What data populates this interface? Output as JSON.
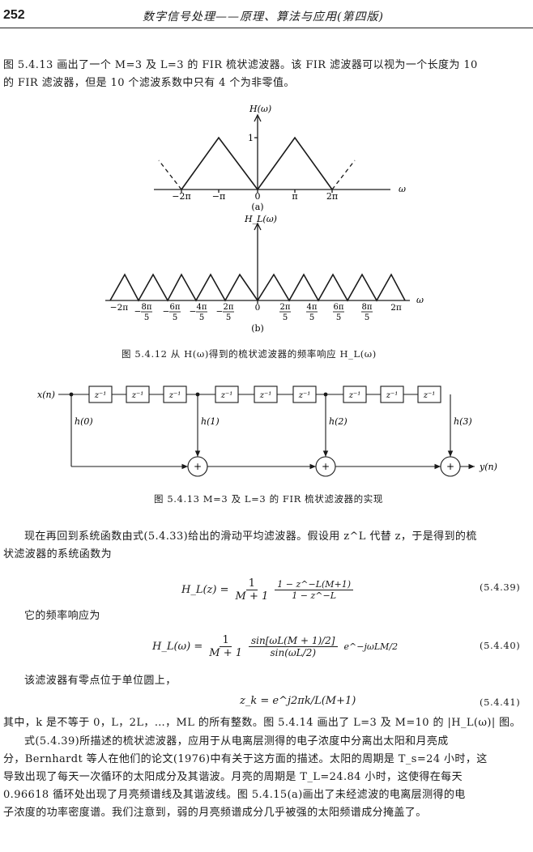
{
  "header": {
    "page_number": "252",
    "running_title": "数字信号处理——原理、算法与应用(第四版)"
  },
  "intro": {
    "line1": "图 5.4.13 画出了一个 M=3 及 L=3 的 FIR 梳状滤波器。该 FIR 滤波器可以视为一个长度为 10",
    "line2": "的 FIR 滤波器，但是 10 个滤波系数中只有 4 个为非零值。"
  },
  "figure_5_4_12": {
    "a": {
      "ylabel": "H(ω)",
      "ytick": "1",
      "xaxis_label": "ω",
      "xticks": [
        "−2π",
        "−π",
        "0",
        "π",
        "2π"
      ],
      "sublabel": "(a)"
    },
    "b": {
      "ylabel": "H_L(ω)",
      "xaxis_label": "ω",
      "xticks_plain": [
        "−2π",
        "0",
        "2π"
      ],
      "xticks_frac": [
        {
          "sign": "−",
          "num": "8π",
          "den": "5"
        },
        {
          "sign": "−",
          "num": "6π",
          "den": "5"
        },
        {
          "sign": "−",
          "num": "4π",
          "den": "5"
        },
        {
          "sign": "−",
          "num": "2π",
          "den": "5"
        },
        {
          "sign": "",
          "num": "2π",
          "den": "5"
        },
        {
          "sign": "",
          "num": "4π",
          "den": "5"
        },
        {
          "sign": "",
          "num": "6π",
          "den": "5"
        },
        {
          "sign": "",
          "num": "8π",
          "den": "5"
        }
      ],
      "sublabel": "(b)"
    },
    "caption": "图 5.4.12  从 H(ω)得到的梳状滤波器的频率响应 H_L(ω)"
  },
  "figure_5_4_13": {
    "input_label": "x(n)",
    "output_label": "y(n)",
    "delay_label": "z⁻¹",
    "coeffs": [
      "h(0)",
      "h(1)",
      "h(2)",
      "h(3)"
    ],
    "adder_symbol": "+",
    "caption": "图 5.4.13   M=3 及 L=3 的 FIR 梳状滤波器的实现"
  },
  "body": {
    "p1_line1": "现在再回到系统函数由式(5.4.33)给出的滑动平均滤波器。假设用 z^L 代替 z，于是得到的梳",
    "p1_line2": "状滤波器的系统函数为",
    "eq539": {
      "lhs": "H_L(z) =",
      "frac1_num": "1",
      "frac1_den": "M + 1",
      "frac2_num": "1 − z^−L(M+1)",
      "frac2_den": "1 − z^−L",
      "number": "(5.4.39)"
    },
    "p2": "它的频率响应为",
    "eq540": {
      "lhs": "H_L(ω) =",
      "frac1_num": "1",
      "frac1_den": "M + 1",
      "frac2_num": "sin[ωL(M + 1)/2]",
      "frac2_den": "sin(ωL/2)",
      "tail": "e^−jωLM/2",
      "number": "(5.4.40)"
    },
    "p3": "该滤波器有零点位于单位圆上，",
    "eq541": {
      "lhs": "z_k = e^j2πk/L(M+1)",
      "number": "(5.4.41)"
    },
    "p4_line1": "其中，k 是不等于 0，L，2L，…，ML 的所有整数。图 5.4.14 画出了 L=3 及 M=10 的 |H_L(ω)| 图。",
    "p5_line1": "式(5.4.39)所描述的梳状滤波器，应用于从电离层测得的电子浓度中分离出太阳和月亮成",
    "p5_line2": "分，Bernhardt 等人在他们的论文(1976)中有关于这方面的描述。太阳的周期是 T_s=24 小时，这",
    "p5_line3": "导致出现了每天一次循环的太阳成分及其谐波。月亮的周期是 T_L=24.84 小时，这使得在每天",
    "p5_line4": "0.96618 循环处出现了月亮频谱线及其谐波线。图 5.4.15(a)画出了未经滤波的电离层测得的电",
    "p5_line5": "子浓度的功率密度谱。我们注意到，弱的月亮频谱成分几乎被强的太阳频谱成分掩盖了。"
  }
}
